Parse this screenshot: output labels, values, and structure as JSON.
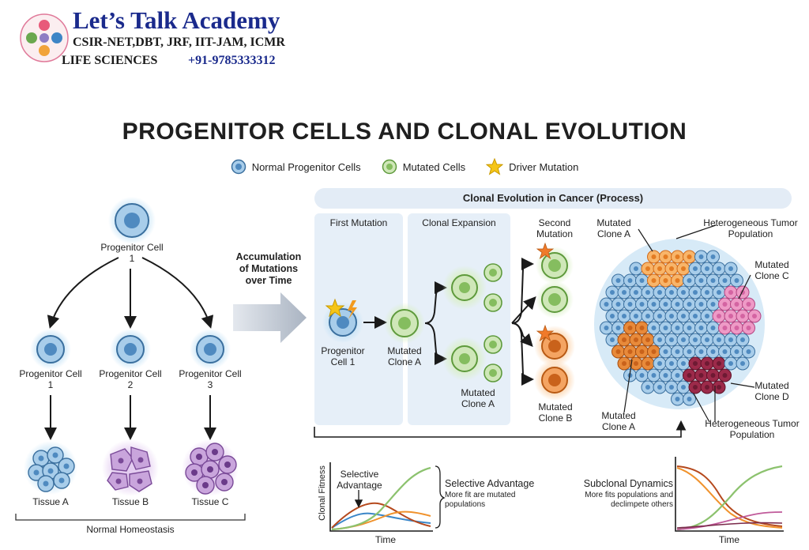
{
  "brand": {
    "name": "Let’s Talk Academy",
    "line1": "CSIR-NET,DBT, JRF, IIT-JAM, ICMR",
    "line2": "LIFE SCIENCES",
    "phone": "+91-9785333312"
  },
  "title": "PROGENITOR CELLS AND CLONAL EVOLUTION",
  "legend": [
    {
      "label": "Normal Progenitor Cells",
      "color": "#7fb3dc"
    },
    {
      "label": "Mutated Cells",
      "color": "#a9d38a"
    },
    {
      "label": "Driver Mutation",
      "color": "#f5c518"
    }
  ],
  "left": {
    "root": "Progenitor Cell 1",
    "children": [
      "Progenitor Cell 1",
      "Progenitor Cell 2",
      "Progenitor Cell 3"
    ],
    "tissues": [
      "Tissue A",
      "Tissue B",
      "Tissue C"
    ],
    "footer": "Normal Homeostasis"
  },
  "arrow_label": "Accumulation of Mutations over Time",
  "process": {
    "header": "Clonal Evolution in Cancer (Process)",
    "first_mutation": "First Mutation",
    "clonal_expansion": "Clonal Expansion",
    "second_mutation": "Second Mutation",
    "progenitor": "Progenitor Cell 1",
    "mutated_clone_a": "Mutated Clone A",
    "mutated_clone_a_2": "Mutated Clone A",
    "mutated_clone_b": "Mutated Clone B"
  },
  "tumor": {
    "clone_a_top": "Mutated Clone A",
    "hetero_top": "Heterogeneous Tumor Population",
    "clone_c": "Mutated Clone C",
    "clone_d": "Mutated Clone D",
    "clone_a_bottom": "Mutated Clone A",
    "hetero_bottom": "Heterogeneous Tumor Population"
  },
  "graphs": {
    "left": {
      "ylabel": "Clonal Fitness",
      "xlabel": "Time",
      "annotation": "Selective Advantage",
      "brace_title": "Selective Advantage",
      "brace_text": "More fit are mutated populations"
    },
    "right": {
      "title": "Subclonal Dynamics",
      "text": "More fits populations and declimpete others",
      "xlabel": "Time"
    }
  }
}
